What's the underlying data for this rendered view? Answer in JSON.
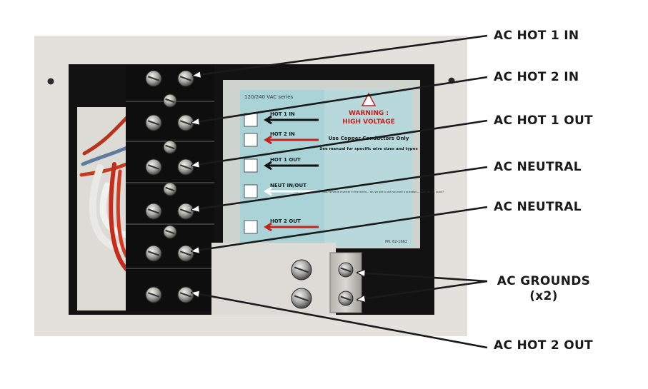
{
  "callouts": {
    "hot1_in": "AC HOT 1 IN",
    "hot2_in": "AC HOT 2 IN",
    "hot1_out": "AC HOT 1 OUT",
    "neutral_1": "AC NEUTRAL",
    "neutral_2": "AC NEUTRAL",
    "grounds_line1": "AC GROUNDS",
    "grounds_line2": "(x2)",
    "hot2_out": "AC HOT 2 OUT"
  },
  "panel_label": {
    "series": "120/240 VAC series",
    "warning_title": "WARNING :",
    "warning_subtitle": "HIGH VOLTAGE",
    "conductors": "Use Copper Conductors Only",
    "manual": "See manual for specific wire sizes and types",
    "terminals": [
      "HOT 1 IN",
      "HOT 2 IN",
      "HOT 1 OUT",
      "NEUT IN/OUT",
      "HOT 2 OUT"
    ],
    "blurb": "The 44 Magnum, the most versatile inverter in the world... You've got to ask yourself a question... Well, do ya, punk?",
    "part_number": "PN: 62-1662"
  },
  "colors": {
    "enclosure": "#e2e1dc",
    "cavity": "#121212",
    "terminal_block": "#0e0e0e",
    "label_bg": "#a9d3d6",
    "warning_red": "#c8201c",
    "leader": "#1a1a1a"
  }
}
